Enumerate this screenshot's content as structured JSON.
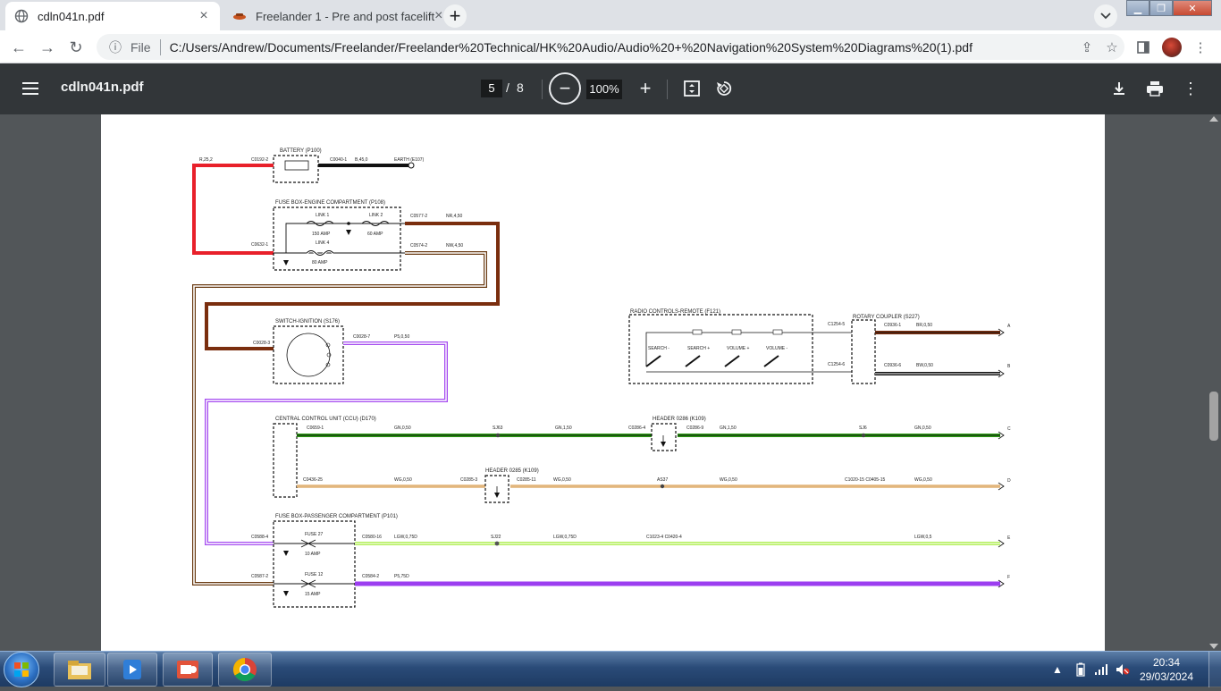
{
  "tabs": [
    {
      "title": "cdln041n.pdf",
      "icon": "globe-icon",
      "active": true
    },
    {
      "title": "Freelander 1 - Pre and post facelift",
      "icon": "freelander-favicon",
      "active": false
    }
  ],
  "toolbar": {
    "scheme": "File",
    "url": "C:/Users/Andrew/Documents/Freelander/Freelander%20Technical/HK%20Audio/Audio%20+%20Navigation%20System%20Diagrams%20(1).pdf"
  },
  "pdf": {
    "filename": "cdln041n.pdf",
    "page_current": "5",
    "page_separator": "/",
    "page_total": "8",
    "zoom": "100%"
  },
  "diagram": {
    "battery": {
      "label": "BATTERY (P100)",
      "conn_left": "C0192-2",
      "conn_right": "C0040-1",
      "wire": "B,45,0",
      "earth": "EARTH (E107)"
    },
    "fuse_engine": {
      "label": "FUSE BOX-ENGINE COMPARTMENT (P108)",
      "link1": "LINK 1",
      "link1_rating": "150 AMP",
      "link2": "LINK 2",
      "link2_rating": "60 AMP",
      "link4": "LINK 4",
      "link4_rating": "80 AMP",
      "conn_in": "C0632-1",
      "conn_out1": "C0577-2",
      "wire_out1": "NR,4,50",
      "conn_out2": "C0574-2",
      "wire_out2": "NW,4,50"
    },
    "red_wire": "R,25,2",
    "ignition": {
      "label": "SWITCH-IGNITION (S176)",
      "conn_in": "C0028-3",
      "conn_out": "C0028-7",
      "wire_out": "P5,0,50"
    },
    "radio": {
      "label": "RADIO CONTROLS-REMOTE (F121)",
      "search_minus": "SEARCH -",
      "search_plus": "SEARCH +",
      "volume_plus": "VOLUME +",
      "volume_minus": "VOLUME -",
      "conn_a": "C1254-5",
      "conn_b": "C1254-6"
    },
    "rotary": {
      "label": "ROTARY COUPLER (S227)",
      "conn_a": "C0936-1",
      "wire_a": "BR,0,50",
      "conn_b": "C0936-6",
      "wire_b": "BW,0,50",
      "term_a": "A",
      "term_b": "B"
    },
    "ccu": {
      "label": "CENTRAL CONTROL UNIT (CCU) (D170)",
      "c_conn": "C0659-1",
      "c_wire": "GN,0,50",
      "c_splice": "SJ63",
      "c_wire2": "GN,1,50",
      "c_hdr_in": "C0286-4",
      "hdr286": "HEADER 0286 (K109)",
      "c_hdr_out": "C0286-9",
      "c_wire3": "GN,1,50",
      "c_splice2": "SJ6",
      "c_wire4": "GN,0,50",
      "term_c": "C",
      "d_conn": "C0436-25",
      "d_wire": "WG,0,50",
      "hdr285": "HEADER 0285 (K109)",
      "d_hdr_in": "C0285-3",
      "d_hdr_out": "C0285-11",
      "d_wire2": "WG,0,50",
      "d_splice": "AS37",
      "d_wire3": "WG,0,50",
      "d_conn2": "C1020-15 C0405-15",
      "d_wire4": "WG,0,50",
      "term_d": "D"
    },
    "fuse_pass": {
      "label": "FUSE BOX-PASSENGER COMPARTMENT (P101)",
      "fuse27": "FUSE 27",
      "fuse27_rating": "10 AMP",
      "fuse12": "FUSE 12",
      "fuse12_rating": "15 AMP",
      "e_in": "C0588-4",
      "e_out": "C0580-16",
      "e_wire": "LGW,0,75D",
      "e_splice": "SJ22",
      "e_wire2": "LGW,0,75D",
      "e_conn2": "C1023-4 C0420-4",
      "e_wire3": "LGW,0,5",
      "term_e": "E",
      "f_in": "C0587-2",
      "f_out": "C0584-2",
      "f_wire": "P5,75D",
      "term_f": "F"
    },
    "colors": {
      "red": "#e8202a",
      "black": "#111111",
      "brown": "#7a2e0e",
      "brown_white": "#6a3b12",
      "purple": "#a64df0",
      "green": "#2a9a12",
      "orange": "#d08a2e",
      "lightgreen": "#b3ef5a",
      "violet": "#9c3ef0"
    }
  },
  "taskbar": {
    "apps": [
      "file-explorer-icon",
      "media-player-icon",
      "presentation-icon",
      "chrome-icon"
    ],
    "time": "20:34",
    "date": "29/03/2024"
  }
}
